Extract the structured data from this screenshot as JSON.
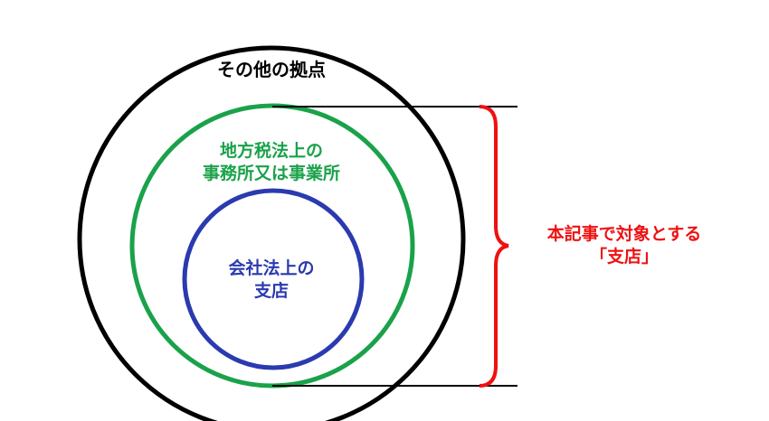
{
  "diagram": {
    "outer": {
      "label": "その他の拠点",
      "color": "#000000"
    },
    "middle": {
      "line1": "地方税法上の",
      "line2": "事務所又は事業所",
      "color": "#1aa24a"
    },
    "inner": {
      "line1": "会社法上の",
      "line2": "支店",
      "color": "#2a3aaf"
    },
    "annotation": {
      "line1": "本記事で対象とする",
      "line2": "「支店」",
      "color": "#ee1111"
    }
  }
}
